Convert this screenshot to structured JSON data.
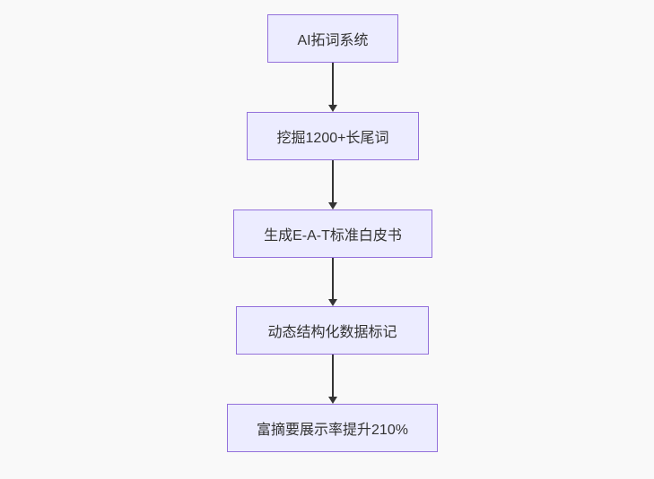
{
  "diagram": {
    "type": "flowchart",
    "direction": "top-down",
    "nodes": [
      {
        "label": "AI拓词系统"
      },
      {
        "label": "挖掘1200+长尾词"
      },
      {
        "label": "生成E-A-T标准白皮书"
      },
      {
        "label": "动态结构化数据标记"
      },
      {
        "label": "富摘要展示率提升210%"
      }
    ],
    "edges": [
      {
        "from": "AI拓词系统",
        "to": "挖掘1200+长尾词"
      },
      {
        "from": "挖掘1200+长尾词",
        "to": "生成E-A-T标准白皮书"
      },
      {
        "from": "生成E-A-T标准白皮书",
        "to": "动态结构化数据标记"
      },
      {
        "from": "动态结构化数据标记",
        "to": "富摘要展示率提升210%"
      }
    ],
    "colors": {
      "background": "#f9f9f9",
      "node_fill": "#ECECFF",
      "node_border": "#9370DB",
      "arrow_color": "#333333",
      "text_color": "#333333"
    }
  }
}
